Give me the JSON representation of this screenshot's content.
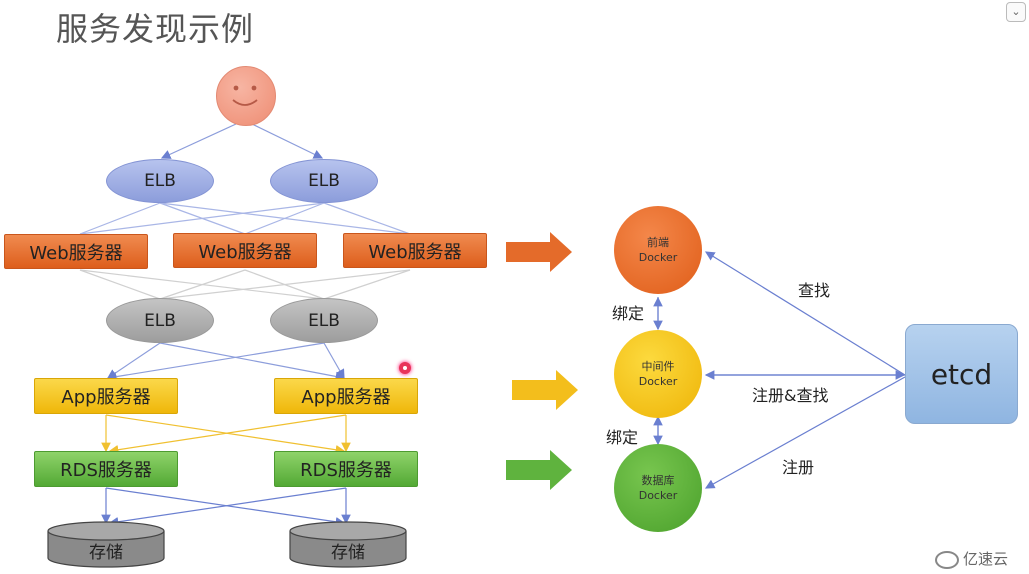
{
  "title": "服务发现示例",
  "left_diagram": {
    "elb_top": [
      "ELB",
      "ELB"
    ],
    "web_servers": [
      "Web服务器",
      "Web服务器",
      "Web服务器"
    ],
    "elb_mid": [
      "ELB",
      "ELB"
    ],
    "app_servers": [
      "App服务器",
      "App服务器"
    ],
    "rds_servers": [
      "RDS服务器",
      "RDS服务器"
    ],
    "storage": [
      "存储",
      "存储"
    ]
  },
  "right_diagram": {
    "frontend": {
      "line1": "前端",
      "line2": "Docker"
    },
    "middleware": {
      "line1": "中间件",
      "line2": "Docker"
    },
    "database": {
      "line1": "数据库",
      "line2": "Docker"
    },
    "etcd": "etcd",
    "bind_top": "绑定",
    "bind_bottom": "绑定",
    "lookup": "查找",
    "register_lookup": "注册&查找",
    "register": "注册"
  },
  "watermark": "亿速云",
  "colors": {
    "web": "#e06625",
    "app": "#f5c518",
    "rds": "#5cb33c",
    "elb_blue": "#9fade3",
    "elb_gray": "#b0b0b0",
    "etcd": "#a3c4e8",
    "link": "#6a7fd0"
  }
}
